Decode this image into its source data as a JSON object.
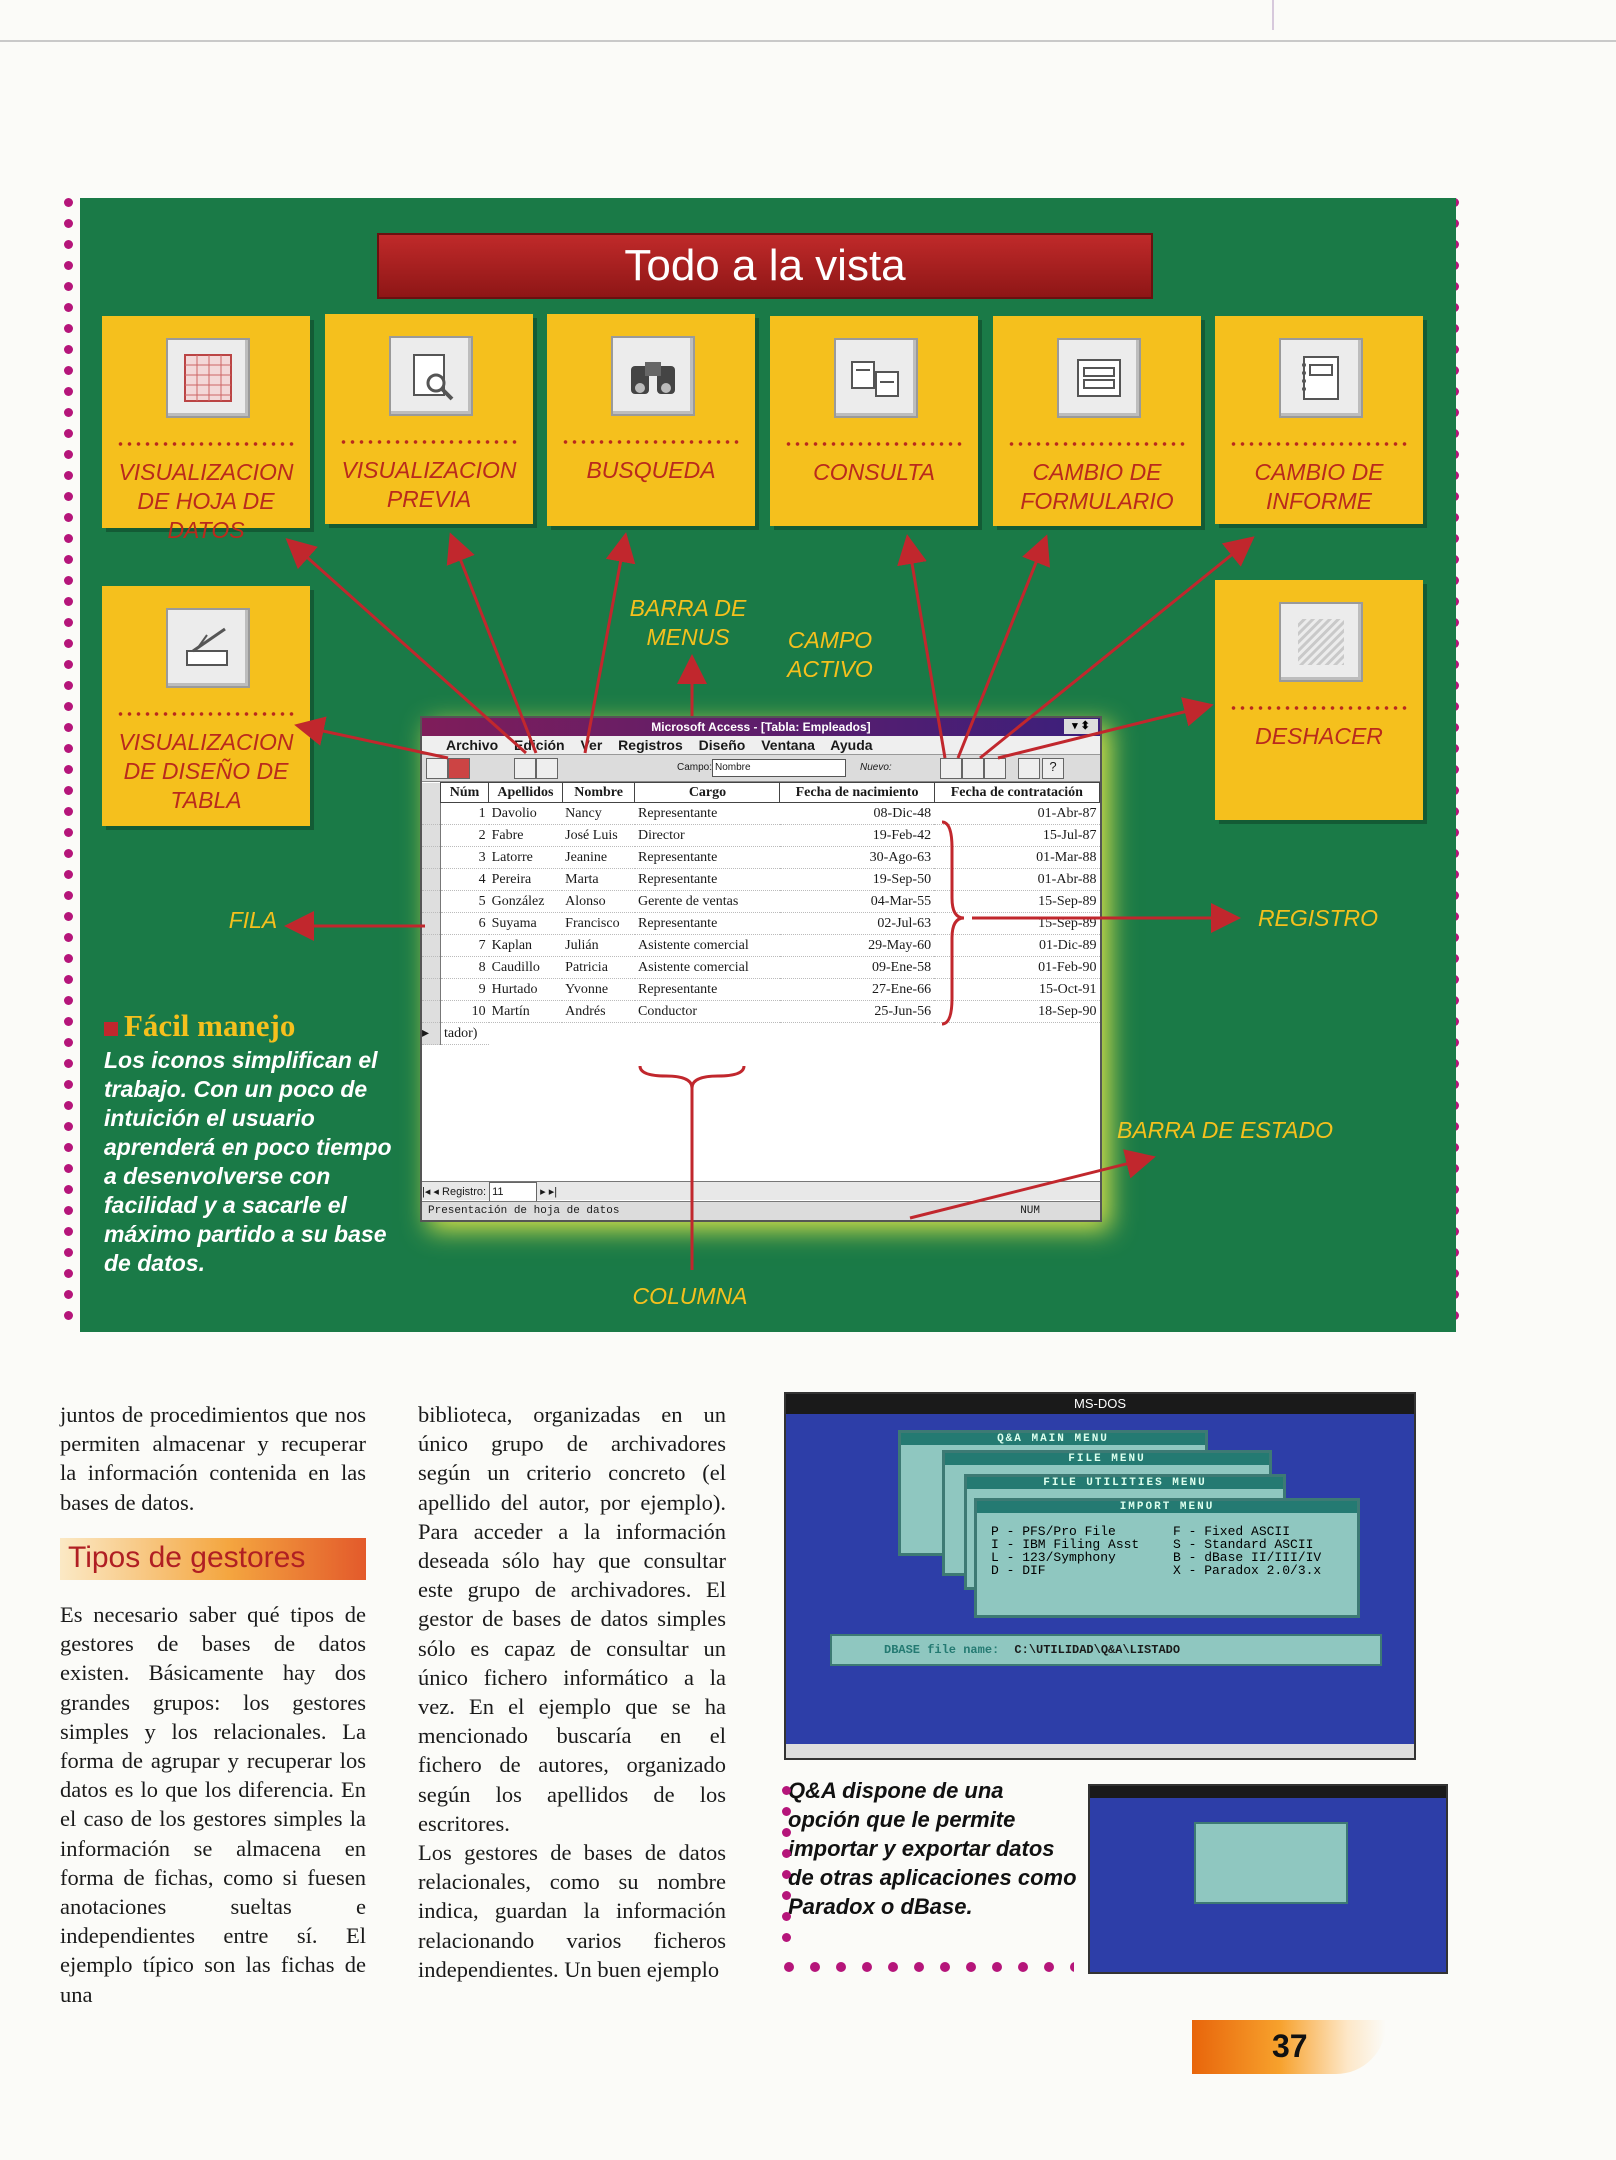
{
  "infographic": {
    "title": "Todo a la vista",
    "icon_boxes": [
      {
        "label": "VISUALIZACION DE HOJA DE DATOS",
        "icon": "datasheet-icon"
      },
      {
        "label": "VISUALIZACION PREVIA",
        "icon": "print-preview-icon"
      },
      {
        "label": "BUSQUEDA",
        "icon": "binoculars-icon"
      },
      {
        "label": "CONSULTA",
        "icon": "query-icon"
      },
      {
        "label": "CAMBIO DE FORMULARIO",
        "icon": "form-icon"
      },
      {
        "label": "CAMBIO DE INFORME",
        "icon": "report-icon"
      },
      {
        "label": "VISUALIZACION DE DISEÑO DE TABLA",
        "icon": "design-icon"
      },
      {
        "label": "DESHACER",
        "icon": "undo-icon"
      }
    ],
    "callouts": {
      "barra_menus": "BARRA DE MENUS",
      "campo_activo": "CAMPO ACTIVO",
      "fila": "FILA",
      "registro": "REGISTRO",
      "barra_estado": "BARRA DE ESTADO",
      "columna": "COLUMNA"
    },
    "facil": {
      "heading": "Fácil manejo",
      "text": "Los iconos simplifican el trabajo. Con un poco de intuición el usuario aprenderá en poco tiempo a desenvolverse con facilidad y a sacarle el máximo partido a su base de datos."
    }
  },
  "access_window": {
    "title": "Microsoft Access - [Tabla: Empleados]",
    "menu": [
      "Archivo",
      "Edición",
      "Ver",
      "Registros",
      "Diseño",
      "Ventana",
      "Ayuda"
    ],
    "campo_label": "Campo:",
    "campo_value": "Nombre",
    "nuevo_label": "Nuevo:",
    "columns": [
      "Núm",
      "Apellidos",
      "Nombre",
      "Cargo",
      "Fecha de nacimiento",
      "Fecha de contratación"
    ],
    "rows": [
      [
        "1",
        "Davolio",
        "Nancy",
        "Representante",
        "08-Dic-48",
        "01-Abr-87"
      ],
      [
        "2",
        "Fabre",
        "José Luis",
        "Director",
        "19-Feb-42",
        "15-Jul-87"
      ],
      [
        "3",
        "Latorre",
        "Jeanine",
        "Representante",
        "30-Ago-63",
        "01-Mar-88"
      ],
      [
        "4",
        "Pereira",
        "Marta",
        "Representante",
        "19-Sep-50",
        "01-Abr-88"
      ],
      [
        "5",
        "González",
        "Alonso",
        "Gerente de ventas",
        "04-Mar-55",
        "15-Sep-89"
      ],
      [
        "6",
        "Suyama",
        "Francisco",
        "Representante",
        "02-Jul-63",
        "15-Sep-89"
      ],
      [
        "7",
        "Kaplan",
        "Julián",
        "Asistente comercial",
        "29-May-60",
        "01-Dic-89"
      ],
      [
        "8",
        "Caudillo",
        "Patricia",
        "Asistente comercial",
        "09-Ene-58",
        "01-Feb-90"
      ],
      [
        "9",
        "Hurtado",
        "Yvonne",
        "Representante",
        "27-Ene-66",
        "15-Oct-91"
      ],
      [
        "10",
        "Martín",
        "Andrés",
        "Conductor",
        "25-Jun-56",
        "18-Sep-90"
      ]
    ],
    "new_row": "tador)",
    "nav_label": "Registro:",
    "nav_value": "11",
    "status_left": "Presentación de hoja de datos",
    "status_right": "NUM"
  },
  "col1": {
    "p1": "juntos de procedimientos que nos permiten almacenar y recuperar la información contenida en las bases de datos.",
    "heading": "Tipos de gestores",
    "p2": "Es necesario saber qué tipos de gestores de bases de datos existen. Básicamente hay dos grandes grupos: los gestores simples y los relacionales. La forma de agrupar y recuperar los datos es lo que los diferencia. En el caso de los gestores simples la información se almacena en forma de fichas, como si fuesen anotaciones sueltas e independientes entre sí. El ejemplo típico son las fichas de una"
  },
  "col2": {
    "p1": "biblioteca, organizadas en un único grupo de archivadores según un criterio concreto (el apellido del autor, por ejemplo). Para acceder a la información deseada sólo hay que consultar este grupo de archivadores. El gestor de bases de datos simples sólo es capaz de consultar un único fichero informático a la vez. En el ejemplo que se ha mencionado buscaría en el fichero de autores, organizado según los apellidos de los escritores.",
    "p2": "Los gestores de bases de datos relacionales, como su nombre indica, guardan la información relacionando varios ficheros independientes. Un buen ejemplo"
  },
  "dos": {
    "title": "MS-DOS",
    "menu1": "Q&A MAIN MENU",
    "menu2": "FILE MENU",
    "menu3": "FILE UTILITIES MENU",
    "menu4": "IMPORT MENU",
    "import_left": "P - PFS/Pro File\nI - IBM Filing Asst\nL - 123/Symphony\nD - DIF",
    "import_right": "F - Fixed ASCII\nS - Standard ASCII\nB - dBase II/III/IV\nX - Paradox 2.0/3.x",
    "file_label": "DBASE file name:",
    "file_value": "C:\\UTILIDAD\\Q&A\\LISTADO"
  },
  "caption": "Q&A dispone de una opción que le permite importar y exportar datos de otras aplicaciones como Paradox o dBase.",
  "page_number": "37",
  "colors": {
    "green": "#1a7a47",
    "yellow": "#f5c01d",
    "red": "#b92a1d",
    "dots": "#b5157a"
  }
}
